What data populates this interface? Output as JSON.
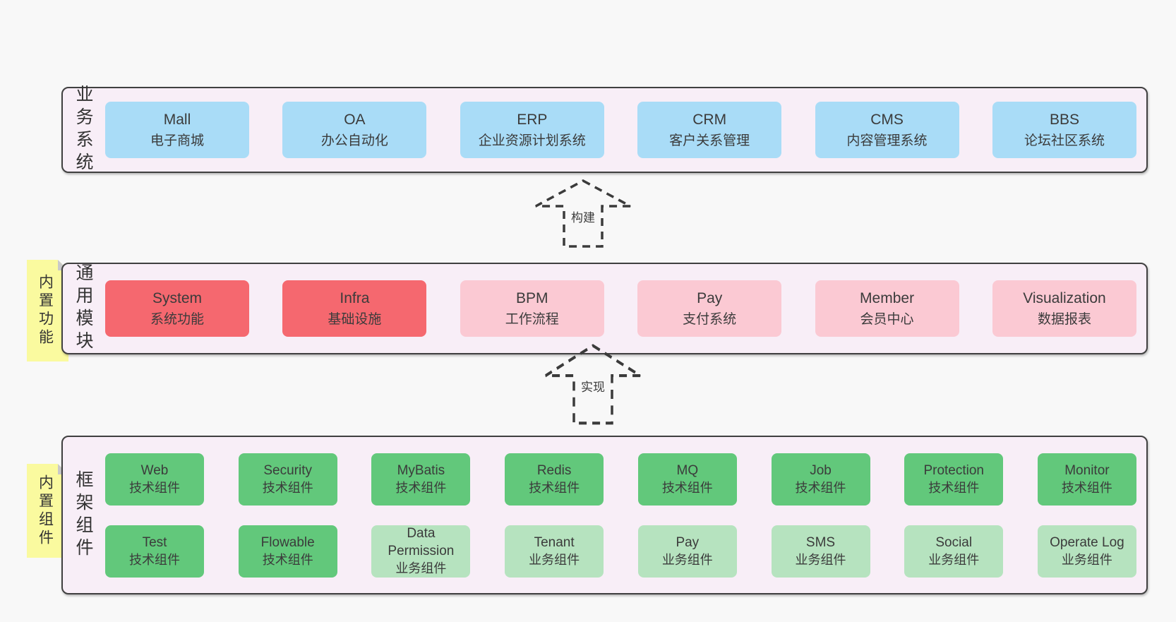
{
  "sections": {
    "business": {
      "label": "业务系统",
      "boxes": [
        {
          "en": "Mall",
          "zh": "电子商城"
        },
        {
          "en": "OA",
          "zh": "办公自动化"
        },
        {
          "en": "ERP",
          "zh": "企业资源计划系统"
        },
        {
          "en": "CRM",
          "zh": "客户关系管理"
        },
        {
          "en": "CMS",
          "zh": "内容管理系统"
        },
        {
          "en": "BBS",
          "zh": "论坛社区系统"
        }
      ]
    },
    "modules": {
      "label": "通用模块",
      "note": "内置功能",
      "boxes": [
        {
          "en": "System",
          "zh": "系统功能"
        },
        {
          "en": "Infra",
          "zh": "基础设施"
        },
        {
          "en": "BPM",
          "zh": "工作流程"
        },
        {
          "en": "Pay",
          "zh": "支付系统"
        },
        {
          "en": "Member",
          "zh": "会员中心"
        },
        {
          "en": "Visualization",
          "zh": "数据报表"
        }
      ]
    },
    "components": {
      "label": "框架组件",
      "note": "内置组件",
      "rows": [
        [
          {
            "en": "Web",
            "zh": "技术组件"
          },
          {
            "en": "Security",
            "zh": "技术组件"
          },
          {
            "en": "MyBatis",
            "zh": "技术组件"
          },
          {
            "en": "Redis",
            "zh": "技术组件"
          },
          {
            "en": "MQ",
            "zh": "技术组件"
          },
          {
            "en": "Job",
            "zh": "技术组件"
          },
          {
            "en": "Protection",
            "zh": "技术组件"
          },
          {
            "en": "Monitor",
            "zh": "技术组件"
          }
        ],
        [
          {
            "en": "Test",
            "zh": "技术组件"
          },
          {
            "en": "Flowable",
            "zh": "技术组件"
          },
          {
            "en": "Data Permission",
            "zh": "业务组件"
          },
          {
            "en": "Tenant",
            "zh": "业务组件"
          },
          {
            "en": "Pay",
            "zh": "业务组件"
          },
          {
            "en": "SMS",
            "zh": "业务组件"
          },
          {
            "en": "Social",
            "zh": "业务组件"
          },
          {
            "en": "Operate Log",
            "zh": "业务组件"
          }
        ]
      ]
    }
  },
  "arrows": {
    "build": {
      "label": "构建"
    },
    "implement": {
      "label": "实现"
    }
  },
  "colors": {
    "page_bg": "#f8f8f8",
    "container_fill": "#f8eef7",
    "container_border": "#404040",
    "business_box": "#a9dcf7",
    "core_module_box": "#f5686f",
    "extension_module_box": "#fbc9d3",
    "tech_component_box": "#62c87b",
    "biz_component_box": "#b6e3bf",
    "sticky_note": "#fafa9f",
    "text": "#3b3b3b"
  }
}
